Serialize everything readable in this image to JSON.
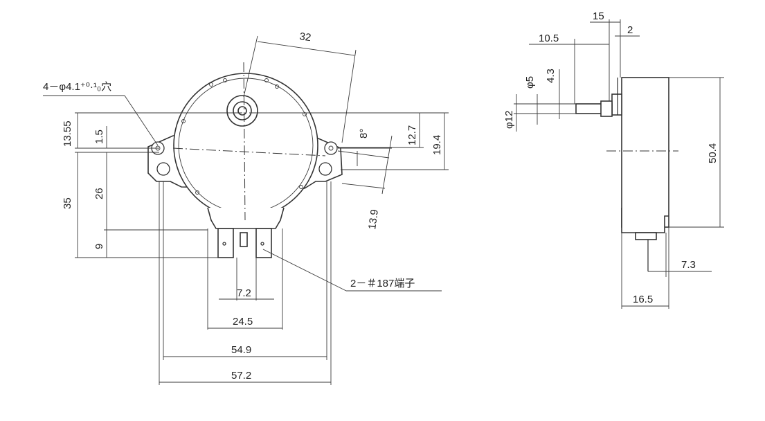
{
  "drawing": {
    "front_view": {
      "dim_32": "32",
      "hole_note": "4－φ4.1⁺⁰·¹₀穴",
      "dim_13_55": "13.55",
      "dim_1_5": "1.5",
      "dim_35": "35",
      "dim_26": "26",
      "dim_9": "9",
      "dim_8deg": "8°",
      "dim_12_7": "12.7",
      "dim_19_4": "19.4",
      "dim_13_9": "13.9",
      "dim_7_2": "7.2",
      "dim_24_5": "24.5",
      "dim_54_9": "54.9",
      "dim_57_2": "57.2",
      "terminal_note": "2－＃187端子"
    },
    "side_view": {
      "dim_15": "15",
      "dim_2": "2",
      "dim_10_5": "10.5",
      "dim_phi5": "φ5",
      "dim_4_3": "4.3",
      "dim_phi12": "φ12",
      "dim_50_4": "50.4",
      "dim_7_3": "7.3",
      "dim_16_5": "16.5"
    }
  }
}
